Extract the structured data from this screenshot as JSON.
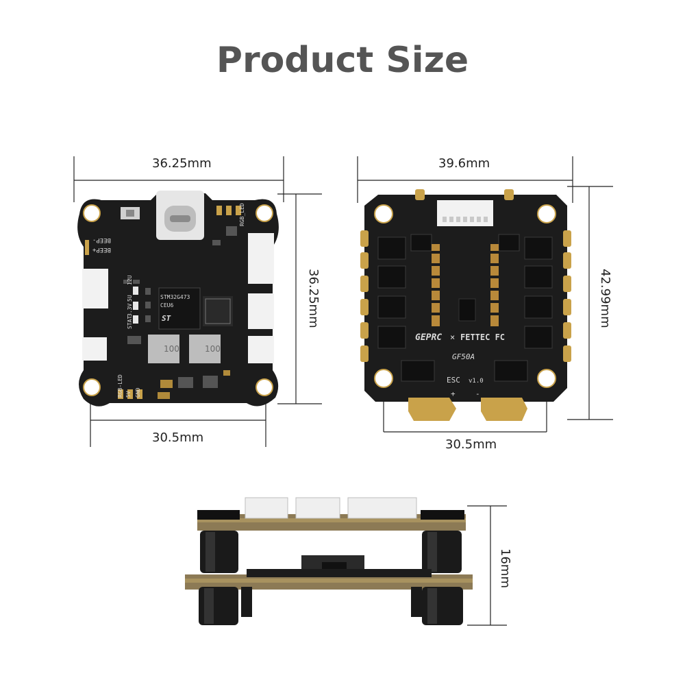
{
  "title": "Product Size",
  "fc": {
    "width_label": "36.25mm",
    "height_label": "36.25mm",
    "mount_label": "30.5mm",
    "silkscreen": {
      "beep_minus": "BEEP-",
      "beep_plus": "BEEP+",
      "mcu": "STM32G473",
      "mcu_code": "CEU6",
      "rgb_led_top": "RGB_LED",
      "rgb_led_bottom": "RGB-LED",
      "v5": "5V",
      "gnd": "GND",
      "v12": "12U",
      "v5b": "5U",
      "stat": "STAT",
      "v33": "3.3V",
      "inductor_1": "100",
      "inductor_2": "100",
      "st_logo": "ST"
    }
  },
  "esc": {
    "width_label": "39.6mm",
    "height_label": "42.99mm",
    "mount_label": "30.5mm",
    "silkscreen": {
      "brand_1": "GEPRC",
      "cross": "×",
      "brand_2": "FETTEC FC",
      "model": "GF50A",
      "esc": "ESC",
      "version": "v1.0",
      "plus": "+",
      "minus": "-"
    }
  },
  "stack": {
    "height_label": "16mm"
  },
  "colors": {
    "pcb": "#1c1c1c",
    "gold": "#c9a24a",
    "connector": "#f2f2f2",
    "title": "#555555"
  }
}
